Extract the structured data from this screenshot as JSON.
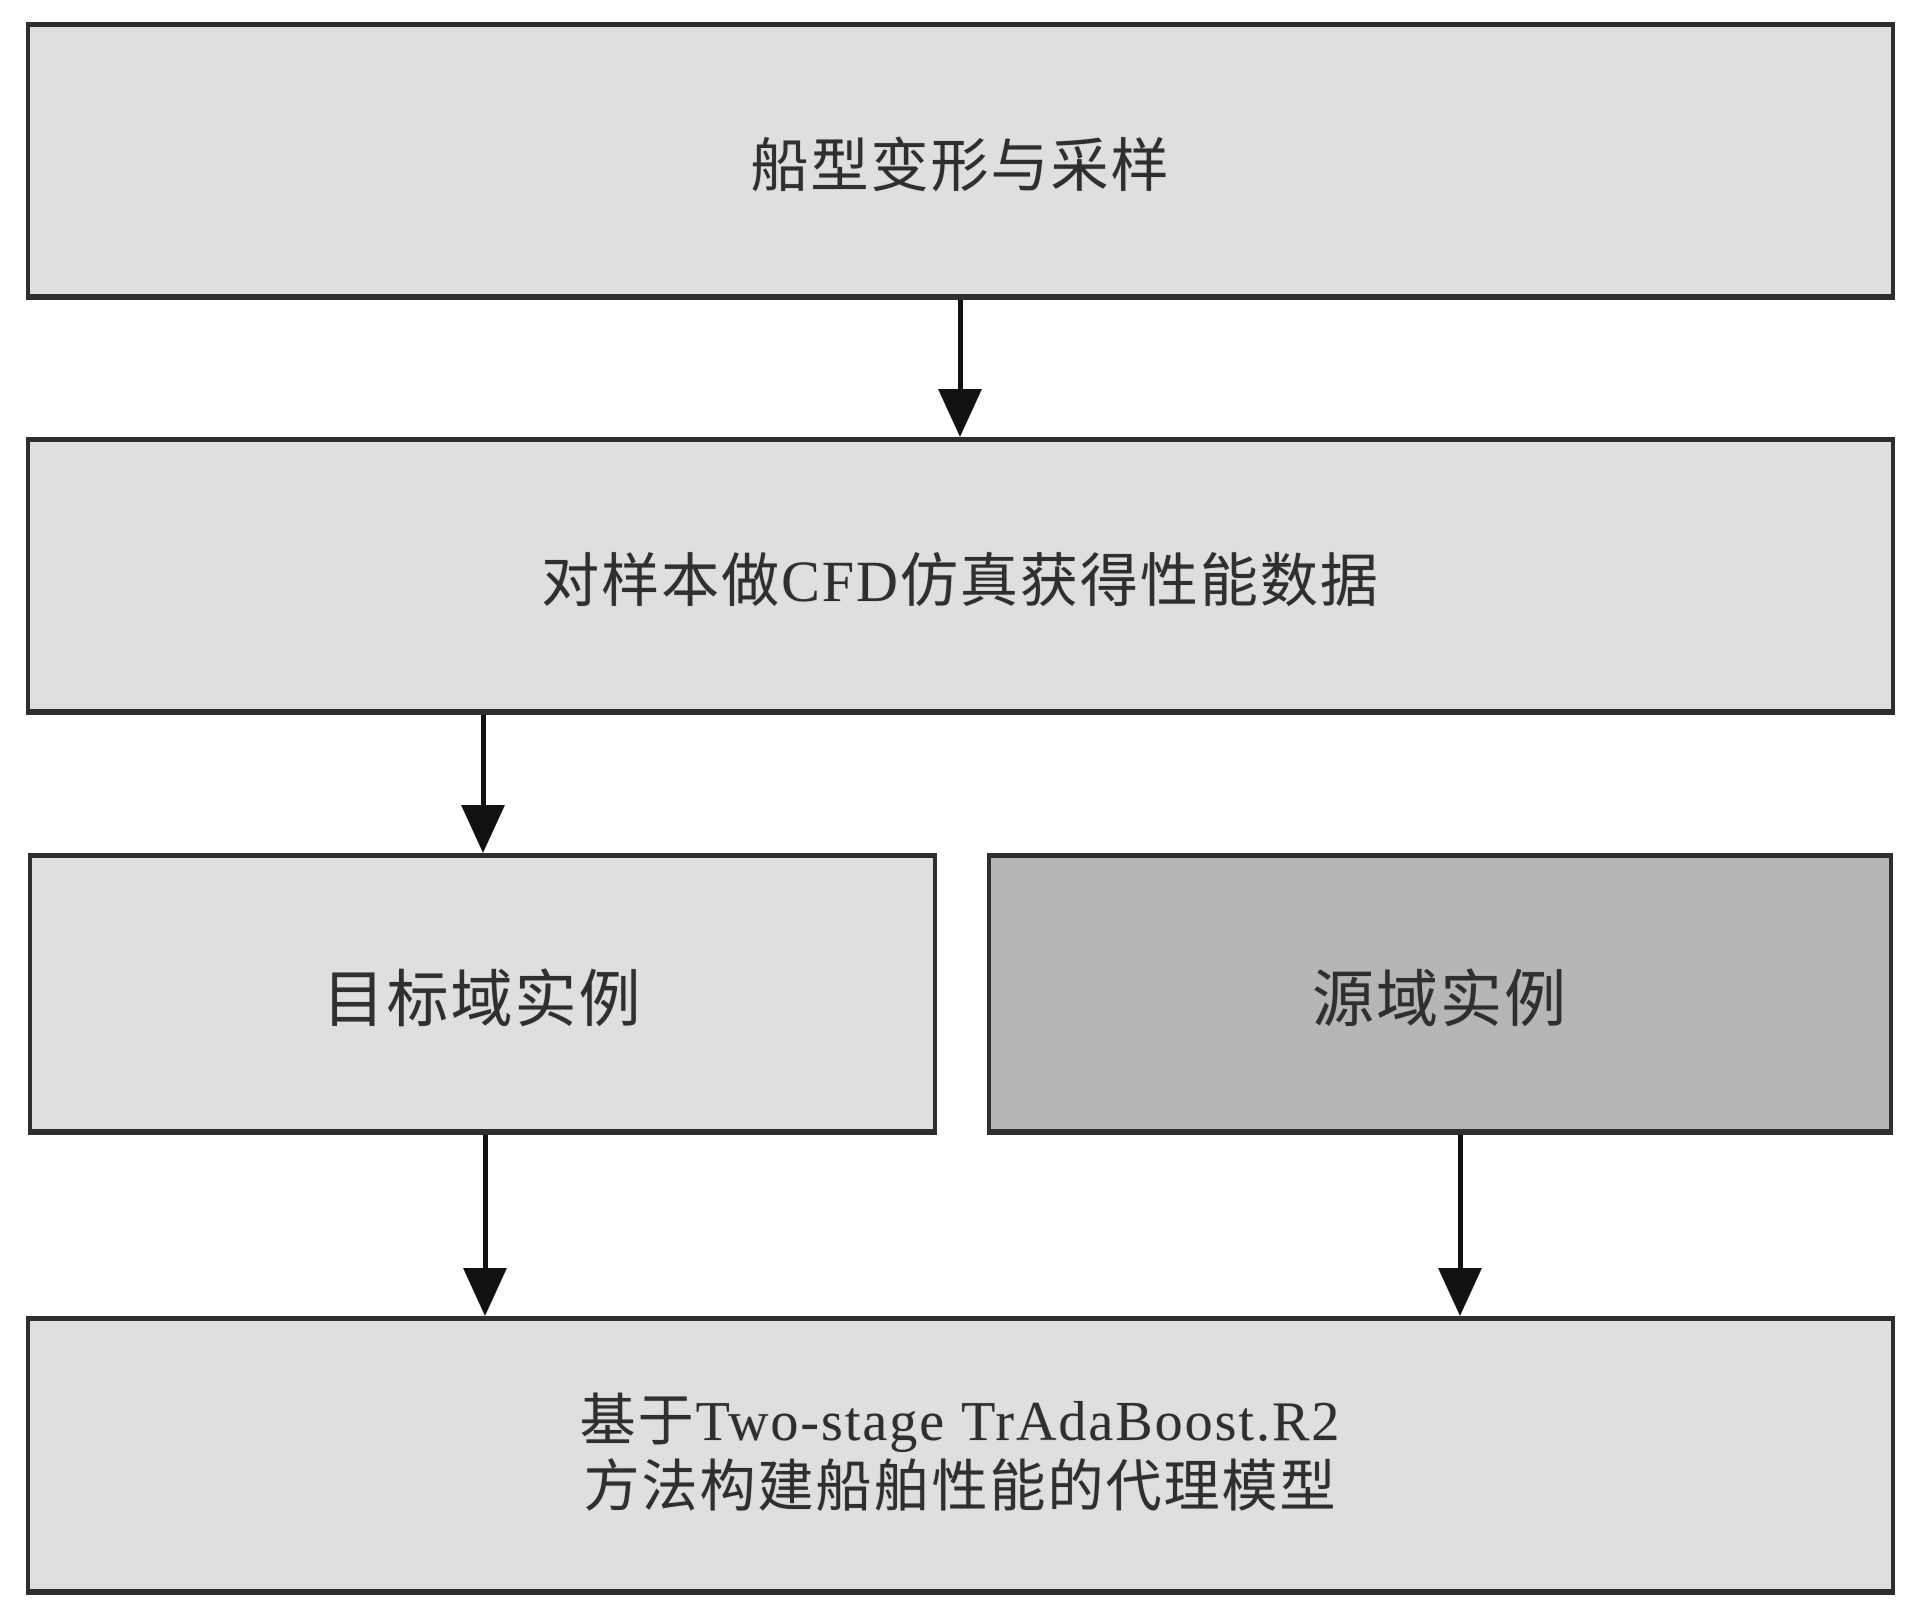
{
  "diagram": {
    "type": "flowchart",
    "nodes": {
      "step1": {
        "label": "船型变形与采样"
      },
      "step2": {
        "label": "对样本做CFD仿真获得性能数据"
      },
      "target": {
        "label": "目标域实例"
      },
      "source": {
        "label": "源域实例"
      },
      "model": {
        "line1": "基于Two-stage TrAdaBoost.R2",
        "line2": "方法构建船舶性能的代理模型"
      }
    },
    "edges": [
      {
        "from": "船型变形与采样",
        "to": "对样本做CFD仿真获得性能数据"
      },
      {
        "from": "对样本做CFD仿真获得性能数据",
        "to": "目标域实例"
      },
      {
        "from": "目标域实例",
        "to": "基于Two-stage TrAdaBoost.R2方法构建船舶性能的代理模型"
      },
      {
        "from": "源域实例",
        "to": "基于Two-stage TrAdaBoost.R2方法构建船舶性能的代理模型"
      }
    ],
    "colors": {
      "background": "#ffffff",
      "light_box_fill": "#dedfdf",
      "dark_box_fill": "#b5b6b6",
      "border": "#2e2e2e",
      "text": "#2f2f2f",
      "arrow": "#111111"
    }
  }
}
